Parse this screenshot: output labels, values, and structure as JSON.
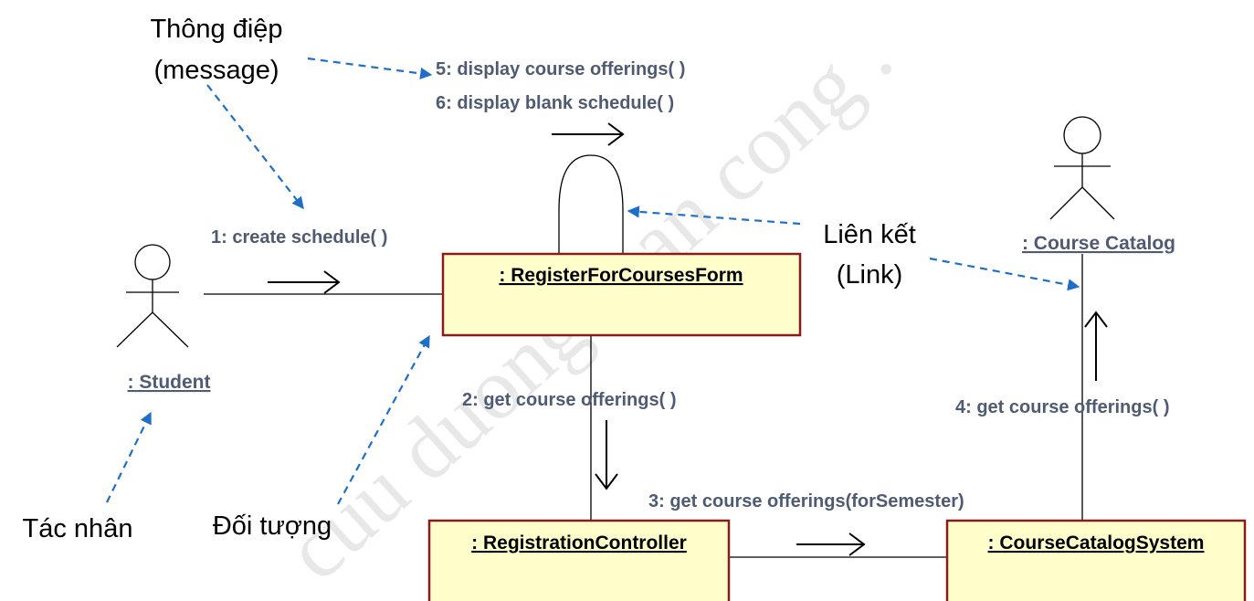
{
  "objects": {
    "register_form": ": RegisterForCoursesForm",
    "registration_controller": ": RegistrationController",
    "course_catalog_system": ": CourseCatalogSystem"
  },
  "actors": {
    "student": ": Student",
    "course_catalog": ": Course Catalog"
  },
  "messages": {
    "m1": "1: create schedule( )",
    "m2": "2: get course offerings( )",
    "m3": "3: get course offerings(forSemester)",
    "m4": "4: get course offerings( )",
    "m5": "5: display course offerings( )",
    "m6": "6: display blank schedule( )"
  },
  "annotations": {
    "message_line1": "Thông điệp",
    "message_line2": "(message)",
    "link_line1": "Liên kết",
    "link_line2": "(Link)",
    "actor_note": "Tác nhân",
    "object_note": "Đối tượng"
  },
  "watermark": "cuu duong than cong .",
  "colors": {
    "annotation_arrow": "#1f6fc8",
    "message_text": "#4f5b74",
    "object_fill": "#ffffcc",
    "object_border": "#8b1a1a"
  }
}
